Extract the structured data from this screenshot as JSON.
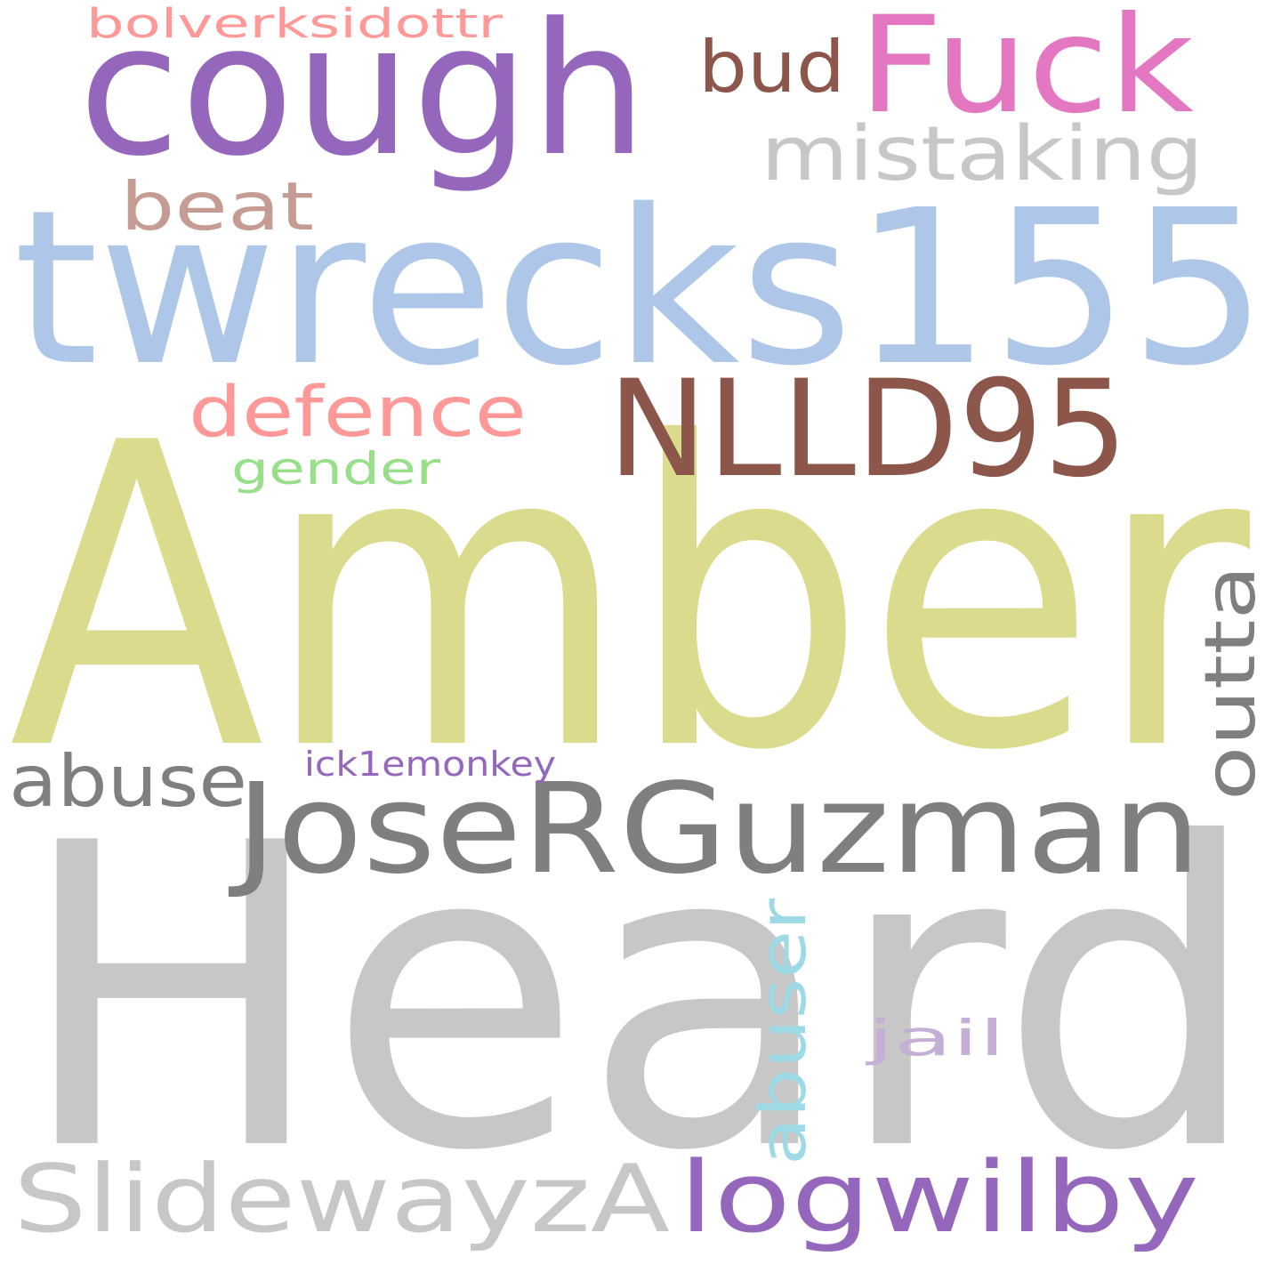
{
  "background_color": "#ffffff",
  "words": [
    {
      "text": "Heard",
      "color": "#c7c7c7"
    },
    {
      "text": "Amber",
      "color": "#dbdb8d"
    },
    {
      "text": "twrecks155",
      "color": "#aec7e8"
    },
    {
      "text": "cough",
      "color": "#9467bd"
    },
    {
      "text": "NLLD95",
      "color": "#8c564b"
    },
    {
      "text": "JoseRGuzman",
      "color": "#7f7f7f"
    },
    {
      "text": "Fuck",
      "color": "#e377c2"
    },
    {
      "text": "SlidewayzA",
      "color": "#c7c7c7"
    },
    {
      "text": "logwilby",
      "color": "#9467bd"
    },
    {
      "text": "mistaking",
      "color": "#c7c7c7"
    },
    {
      "text": "defence",
      "color": "#ff9896"
    },
    {
      "text": "abuse",
      "color": "#7f7f7f"
    },
    {
      "text": "outta",
      "color": "#7f7f7f"
    },
    {
      "text": "abuser",
      "color": "#9edae5"
    },
    {
      "text": "beat",
      "color": "#c49c94"
    },
    {
      "text": "bud",
      "color": "#8c564b"
    },
    {
      "text": "gender",
      "color": "#98df8a"
    },
    {
      "text": "jail",
      "color": "#c5b0d5"
    },
    {
      "text": "bolverksidottr",
      "color": "#ff9896"
    },
    {
      "text": "ick1emonkey",
      "color": "#9467bd"
    }
  ]
}
